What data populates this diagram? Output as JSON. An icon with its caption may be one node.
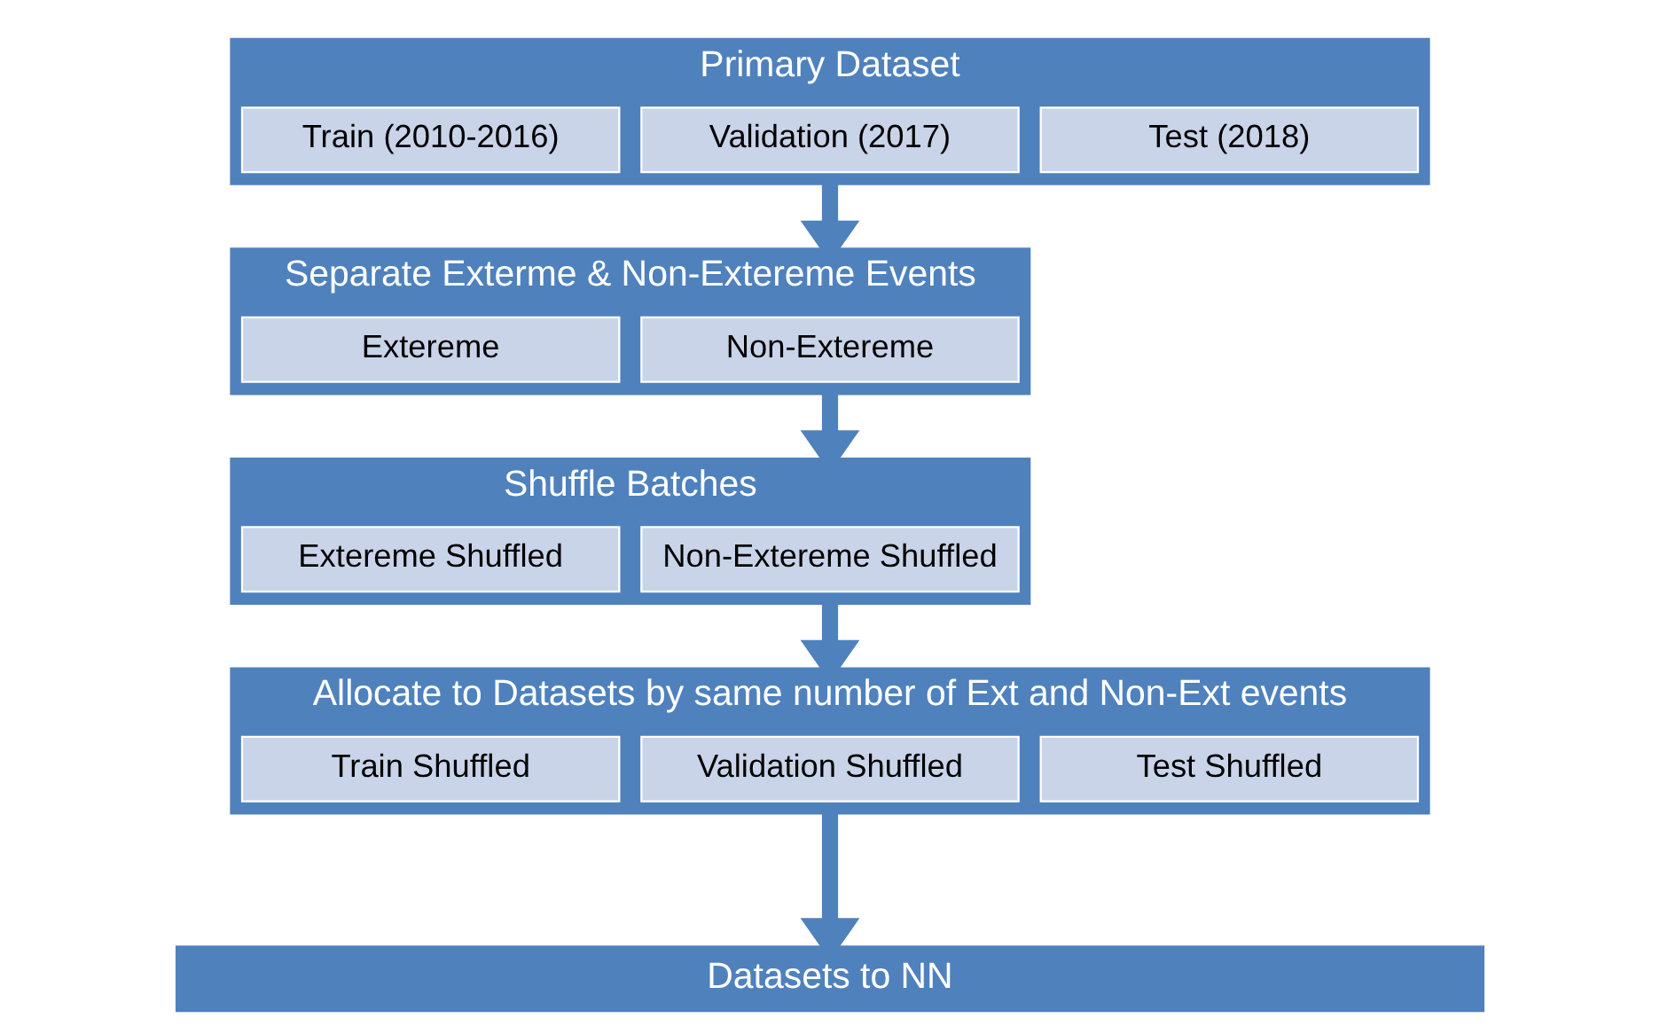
{
  "diagram": {
    "nodes": [
      {
        "text": [
          "Primary Dataset"
        ]
      },
      {
        "text": [
          "Train (2010-2016)"
        ],
        "in": 0
      },
      {
        "text": [
          "Validation (2017)"
        ],
        "in": 0
      },
      {
        "text": [
          "Test (2018)"
        ],
        "in": 0
      },
      {
        "text": [
          "Separate Exterme & Non-Extereme Events"
        ]
      },
      {
        "text": [
          "Extereme"
        ],
        "in": 4
      },
      {
        "text": [
          "Non-Extereme"
        ],
        "in": 4
      },
      {
        "text": [
          "Shuffle Batches"
        ]
      },
      {
        "text": [
          "Extereme Shuffled"
        ],
        "in": 7
      },
      {
        "text": [
          "Non-Extereme Shuffled"
        ],
        "in": 7
      },
      {
        "text": [
          "Allocate to Datasets by same number of Ext and Non-Ext events"
        ]
      },
      {
        "text": [
          "Train Shuffled"
        ],
        "in": 10
      },
      {
        "text": [
          "Validation Shuffled"
        ],
        "in": 10
      },
      {
        "text": [
          "Test Shuffled"
        ],
        "in": 10
      },
      {
        "text": [
          "Datasets to NN"
        ]
      }
    ],
    "edges": [
      {
        "from": 0,
        "to": 4,
        "arrow": "to"
      },
      {
        "from": 4,
        "to": 7,
        "arrow": "to"
      },
      {
        "from": 7,
        "to": 10,
        "arrow": "to"
      },
      {
        "from": 10,
        "to": 14,
        "arrow": "to"
      }
    ]
  }
}
